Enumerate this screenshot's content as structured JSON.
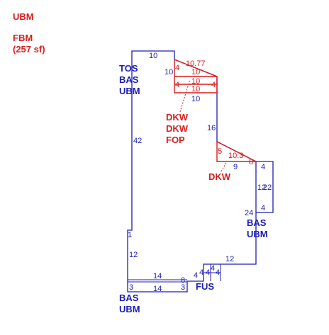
{
  "header": {
    "title": "UBM",
    "subtitle_line1": "FBM",
    "subtitle_line2": "(257 sf)"
  },
  "area_labels": {
    "tos": [
      "TOS",
      "BAS",
      "UBM"
    ],
    "dkw_upper": [
      "DKW",
      "DKW",
      "FOP"
    ],
    "dkw_lower": [
      "DKW"
    ],
    "bas_right": [
      "BAS",
      "UBM"
    ],
    "bas_bottom": [
      "BAS",
      "UBM"
    ],
    "fus": [
      "FUS"
    ]
  },
  "dimensions": {
    "d10_top": "10",
    "d10_left_upper": "10",
    "d10_bottom_upper": "10",
    "d16": "16",
    "d42": "42",
    "d9": "9",
    "d4_right_top": "4",
    "d12_2": "12",
    "d22": "22",
    "d4_right_bottom": "4",
    "d24": "24",
    "d1": "1",
    "d12_left": "12",
    "d12_mid": "12",
    "d14_upper": "14",
    "d14_lower": "14",
    "d3_left": "3",
    "d3_right": "3",
    "d8": "8",
    "d4_fus_a": "4",
    "d4_fus_b": "4",
    "d4_fus_c": "4",
    "d4_fus_d": "4",
    "d4_fus_e": "4"
  },
  "red_dimensions": {
    "r10_77": "10.77",
    "r4_left_a": "4",
    "r10_a": "10",
    "r4_left_b": "4",
    "r10_b": "10",
    "r10_c": "10",
    "r4_right": "4",
    "r5": "5",
    "r10_3": "10.3",
    "r8": "8"
  },
  "colors": {
    "outline": "#1d1db5",
    "deck": "#d91c1c",
    "background": "#ffffff"
  }
}
